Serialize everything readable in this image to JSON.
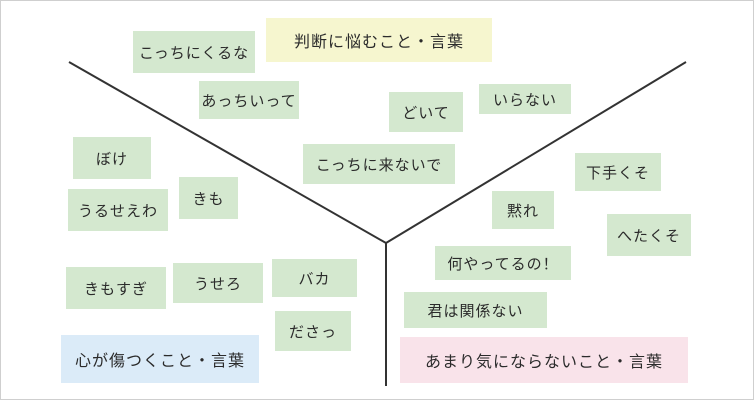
{
  "categories": {
    "top": "判断に悩むこと・言葉",
    "left": "心が傷つくこと・言葉",
    "right": "あまり気にならないこと・言葉"
  },
  "words": {
    "kocchi_kuru": "こっちにくるな",
    "acchi_itte": "あっちいって",
    "doite": "どいて",
    "iranai": "いらない",
    "kocchi_konai": "こっちに来ないで",
    "boke": "ぼけ",
    "urusee": "うるせえわ",
    "kimo": "きも",
    "kimosugi": "きもすぎ",
    "usero": "うせろ",
    "baka": "バカ",
    "dasa": "ださっ",
    "hetakuso_shita": "下手くそ",
    "damare": "黙れ",
    "hetakuso": "へたくそ",
    "nani_yatteru": "何やってるの！",
    "kimi_kankei": "君は関係ない"
  },
  "colors": {
    "word_card": "#d4e8cf",
    "top_category": "#f6f6cf",
    "left_category": "#dbebf8",
    "right_category": "#f9e3ea",
    "lines": "#333333"
  }
}
